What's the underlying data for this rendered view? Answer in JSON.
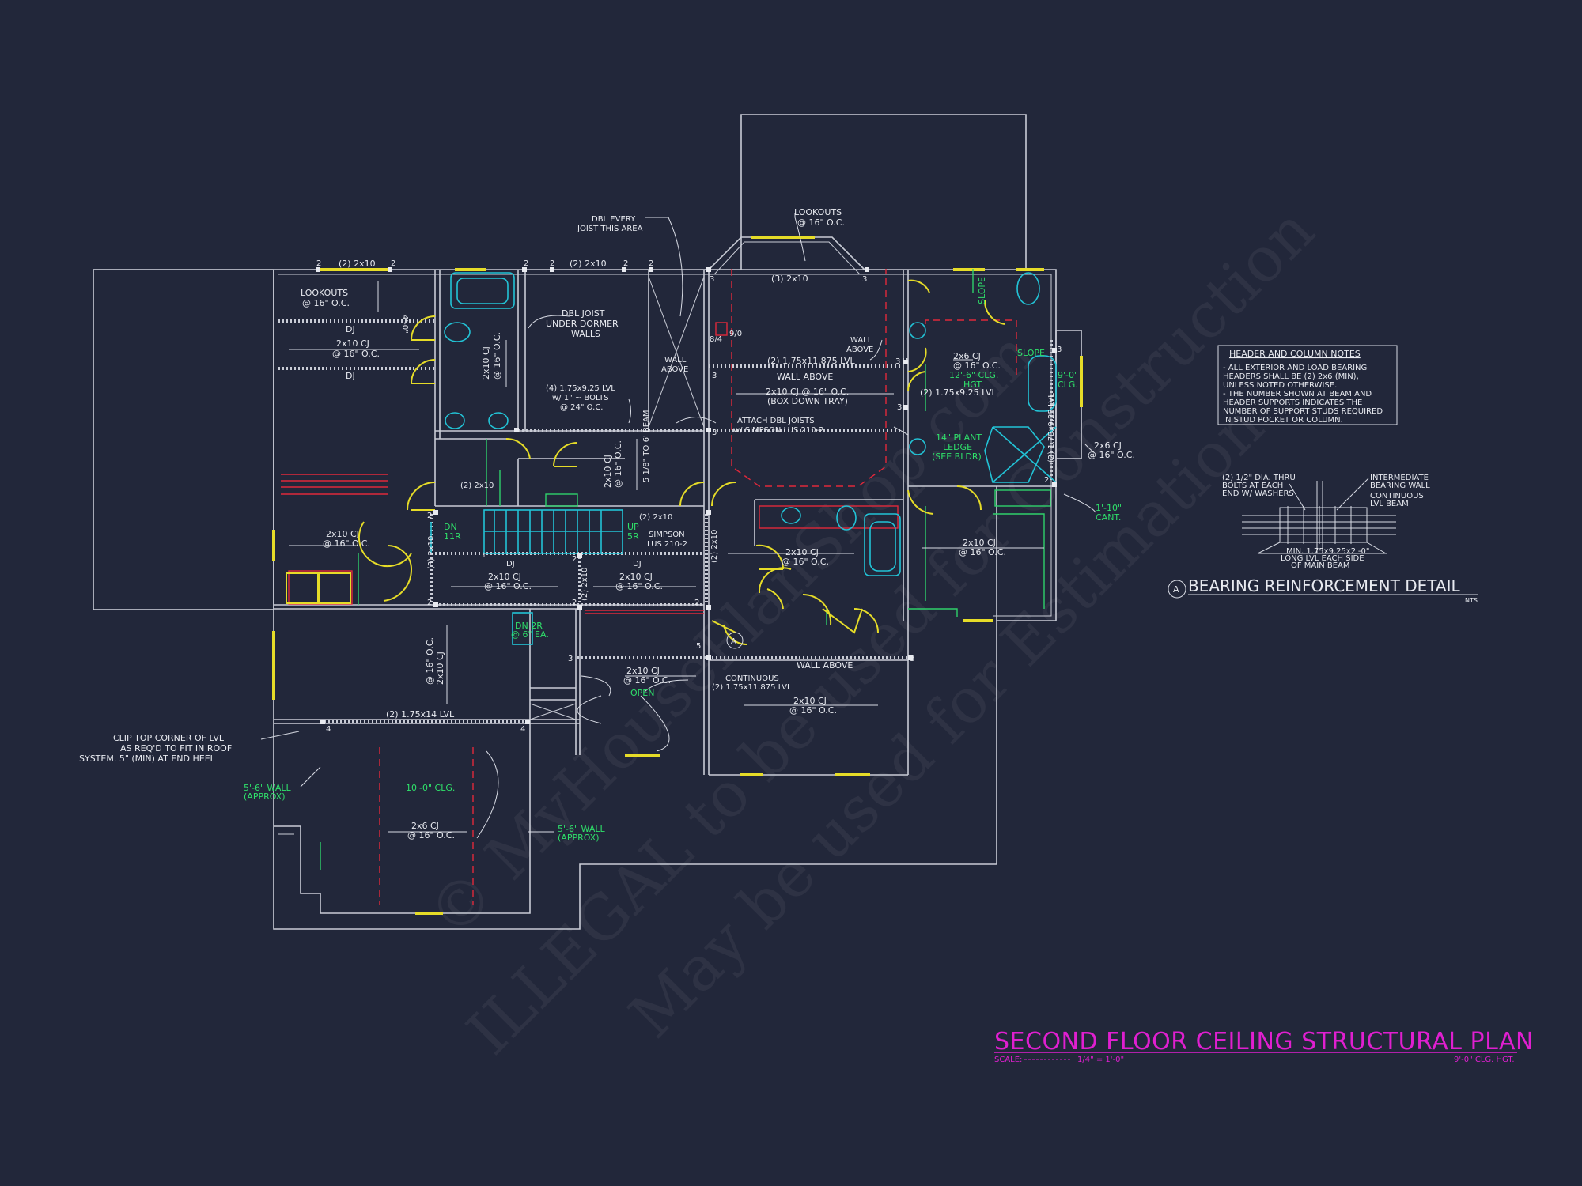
{
  "title": {
    "main": "SECOND FLOOR CEILING STRUCTURAL PLAN",
    "scale_label": "SCALE:",
    "scale_value": "1/4\" = 1'-0\"",
    "ceiling_height": "9'-0\" CLG. HGT."
  },
  "watermark": {
    "line1": "© MyHousePlanShop.com",
    "line2": "ILLEGAL to be used for Construction",
    "line3": "May be used for Estimation"
  },
  "notes_box": {
    "header": "HEADER AND COLUMN NOTES",
    "lines": [
      "- ALL EXTERIOR AND LOAD BEARING",
      "HEADERS SHALL BE (2) 2x6 (MIN),",
      "UNLESS NOTED OTHERWISE.",
      "- THE NUMBER SHOWN AT BEAM AND",
      "HEADER SUPPORTS INDICATES THE",
      "NUMBER OF SUPPORT STUDS REQUIRED",
      "IN STUD POCKET OR COLUMN."
    ]
  },
  "detail": {
    "marker": "A",
    "title": "BEARING REINFORCEMENT DETAIL",
    "nts": "NTS",
    "label_bolts": [
      "(2) 1/2\" DIA. THRU",
      "BOLTS AT EACH",
      "END W/ WASHERS"
    ],
    "label_wall": [
      "INTERMEDIATE",
      "BEARING WALL"
    ],
    "label_beam": [
      "CONTINUOUS",
      "LVL BEAM"
    ],
    "label_min": [
      "MIN. 1.75x9.25x2'-0\"",
      "LONG LVL EACH SIDE",
      "OF MAIN BEAM"
    ]
  },
  "labels": {
    "lookouts_left": [
      "LOOKOUTS",
      "@ 16\" O.C."
    ],
    "lookouts_top": [
      "LOOKOUTS",
      "@ 16\" O.C."
    ],
    "dbl_every": [
      "DBL EVERY",
      "JOIST THIS AREA"
    ],
    "dbl_joist": [
      "DBL JOIST",
      "UNDER DORMER",
      "WALLS"
    ],
    "lvl_bolts": [
      "(4) 1.75x9.25 LVL",
      "w/ 1\" ~ BOLTS",
      "@ 24\" O.C."
    ],
    "attach": [
      "ATTACH DBL JOISTS",
      "w/ SIMPSON LUS 210-2"
    ],
    "box_down": [
      "2x10 CJ @ 16\" O.C.",
      "(BOX DOWN TRAY)"
    ],
    "lvl_top": "(2) 1.75x11.875 LVL",
    "wall_above": "WALL ABOVE",
    "wall_above2": [
      "WALL",
      "ABOVE"
    ],
    "wall_above3": [
      "WALL",
      "ABOVE"
    ],
    "three_2x10": "(3) 2x10",
    "two_2x10_a": "(2) 2x10",
    "two_2x10_b": "(2) 2x10",
    "two_2x10_c": "(2) 2x10",
    "two_2x10_d": "(2) 2x10",
    "three_2x10_v": "(3) 2x10",
    "dj": "DJ",
    "cj_1610": [
      "2x10 CJ",
      "@ 16\" O.C."
    ],
    "cj_2x6": [
      "2x6 CJ",
      "@ 16\" O.C."
    ],
    "cj_2x6b": [
      "2x6 CJ",
      "@ 16\" O.C."
    ],
    "lvl_925": "(2) 1.75x9.25 LVL",
    "lvl_925v": "(2) 1.75x9.25 LVL",
    "lvl_14": "(2) 1.75x14 LVL",
    "continuous": [
      "CONTINUOUS",
      "(2) 1.75x11.875 LVL"
    ],
    "simpson": [
      "SIMPSON",
      "LUS 210-2"
    ],
    "beam_v": "5 1/8\" TO 6' BEAM",
    "cant": [
      "1'-10\"",
      "CANT."
    ],
    "clip": [
      "CLIP TOP CORNER OF LVL",
      "AS REQ'D TO FIT IN ROOF",
      "SYSTEM. 5\" (MIN) AT END HEEL"
    ],
    "green_wall1": [
      "5'-6\" WALL",
      "(APPROX)"
    ],
    "green_wall2": [
      "5'-6\" WALL",
      "(APPROX)"
    ],
    "green_clg10": "10'-0\" CLG.",
    "green_clg12": [
      "12'-6\" CLG.",
      "HGT."
    ],
    "green_slope1": "SLOPE",
    "green_slope2": "SLOPE",
    "green_clg9": [
      "9'-0\"",
      "CLG."
    ],
    "green_plant": [
      "14\" PLANT",
      "LEDGE",
      "(SEE BLDR)"
    ],
    "green_open": "OPEN",
    "green_dn": [
      "DN",
      "11R"
    ],
    "green_up": [
      "UP",
      "5R"
    ],
    "green_dn2": [
      "DN 2R",
      "@ 6\" EA."
    ],
    "red_dims": [
      "8/4",
      "9/0"
    ],
    "detail_callout": "A"
  },
  "post_numbers": [
    "2",
    "2",
    "2",
    "2",
    "2",
    "2",
    "3",
    "3",
    "3",
    "3",
    "3",
    "3",
    "3",
    "2",
    "2",
    "2",
    "2",
    "2",
    "2",
    "4",
    "4",
    "5",
    "3",
    "3"
  ]
}
